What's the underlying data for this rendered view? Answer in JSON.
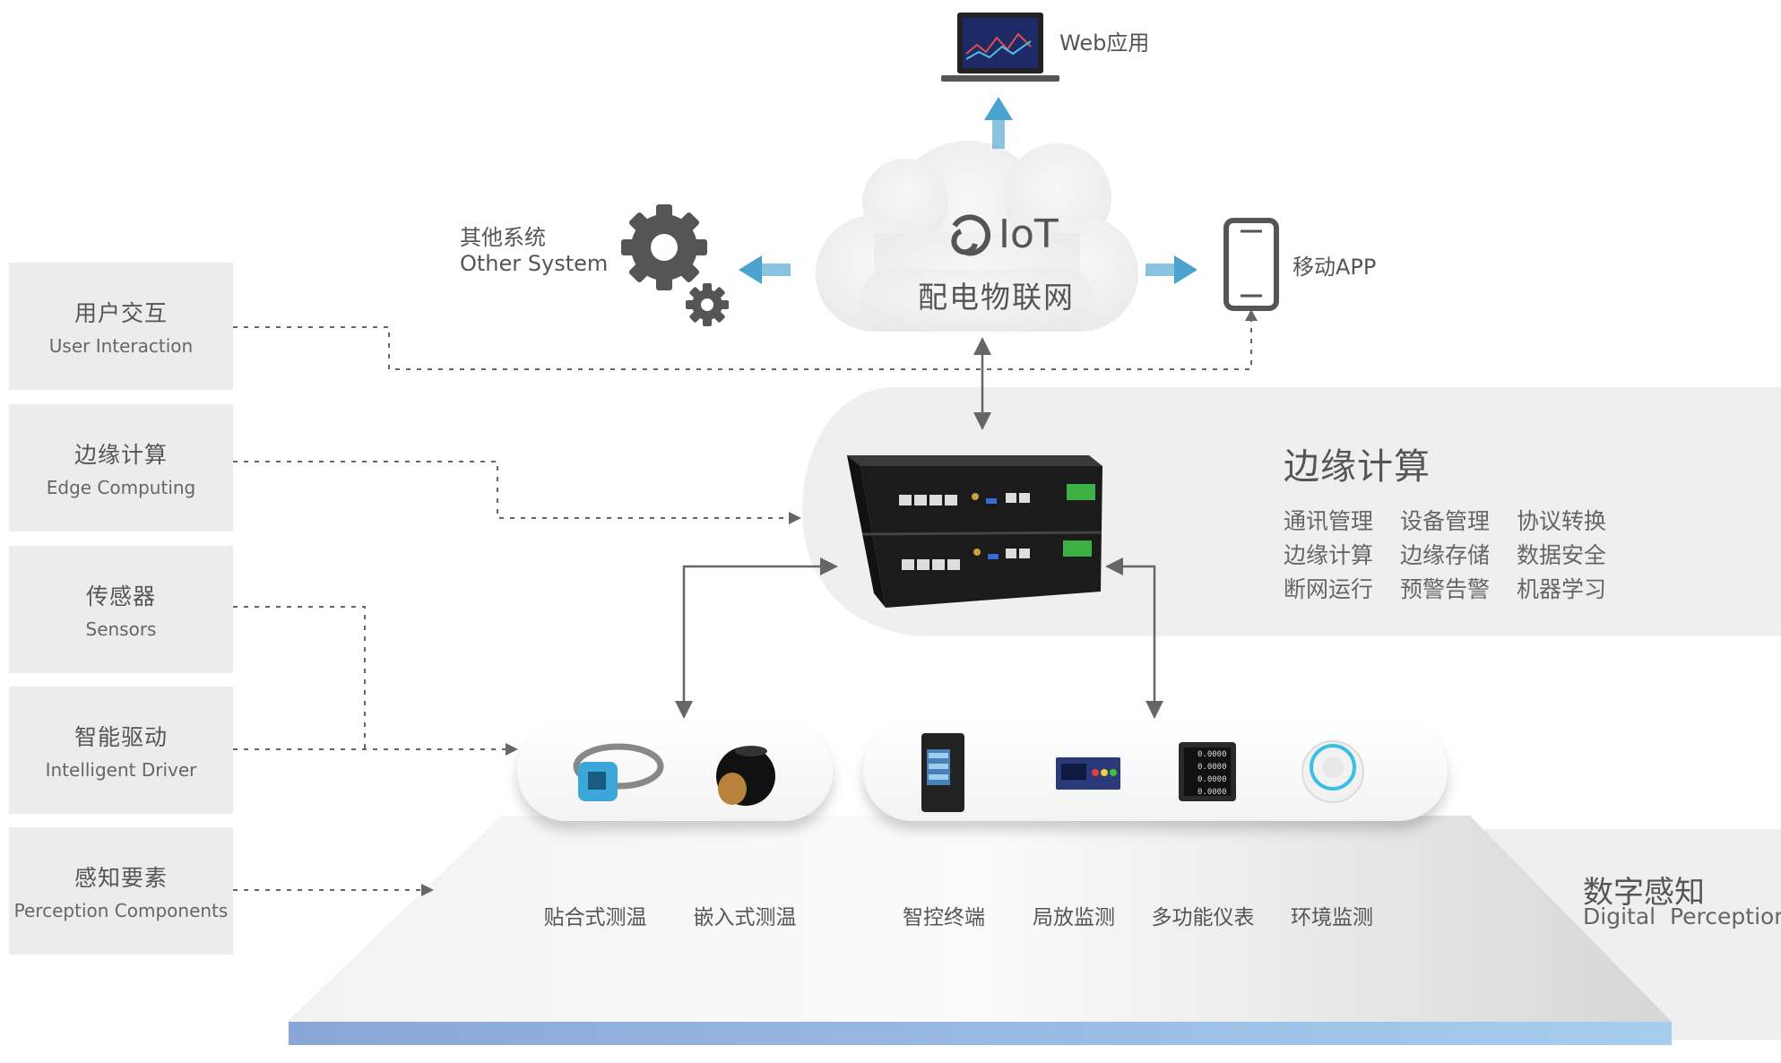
{
  "left_labels": [
    {
      "cn": "用户交互",
      "en": "User  Interaction"
    },
    {
      "cn": "边缘计算",
      "en": "Edge Computing"
    },
    {
      "cn": "传感器",
      "en": "Sensors"
    },
    {
      "cn": "智能驱动",
      "en": "Intelligent Driver"
    },
    {
      "cn": "感知要素",
      "en": "Perception Components"
    }
  ],
  "top": {
    "web_app": "Web应用",
    "other_system_cn": "其他系统",
    "other_system_en": "Other System",
    "mobile_app": "移动APP",
    "cloud_iot": "IoT",
    "cloud_subtitle": "配电物联网"
  },
  "edge": {
    "title": "边缘计算",
    "features": [
      [
        "通讯管理",
        "设备管理",
        "协议转换"
      ],
      [
        "边缘计算",
        "边缘存储",
        "数据安全"
      ],
      [
        "断网运行",
        "预警告警",
        "机器学习"
      ]
    ]
  },
  "digital_perception": {
    "cn": "数字感知",
    "en": "Digital  Perception"
  },
  "devices": [
    "贴合式测温",
    "嵌入式测温",
    "智控终端",
    "局放监测",
    "多功能仪表",
    "环境监测"
  ],
  "meter_readings": [
    "0.0000",
    "0.0000",
    "0.0000",
    "0.0000"
  ],
  "colors": {
    "arrow_blue": "#4aa3cf",
    "base_blue": "#8fb6dc",
    "band_grey": "#efefef",
    "line_grey": "#666666"
  }
}
